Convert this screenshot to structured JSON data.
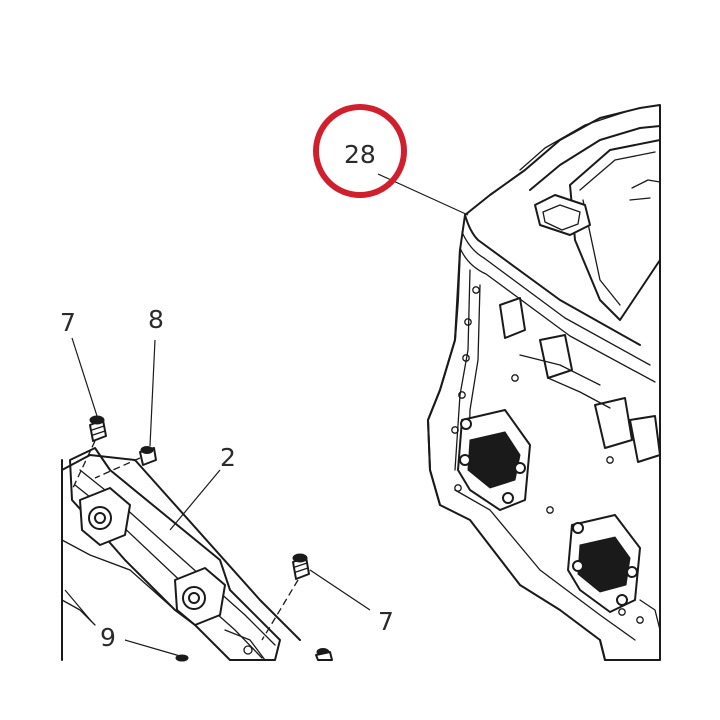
{
  "diagram": {
    "callouts": {
      "part_28": "28",
      "part_8": "8",
      "part_7_top": "7",
      "part_7_bottom": "7",
      "part_2": "2",
      "part_9": "9"
    },
    "highlight_color": "#d0202e",
    "line_color": "#1a1a1a",
    "background_color": "#ffffff"
  }
}
